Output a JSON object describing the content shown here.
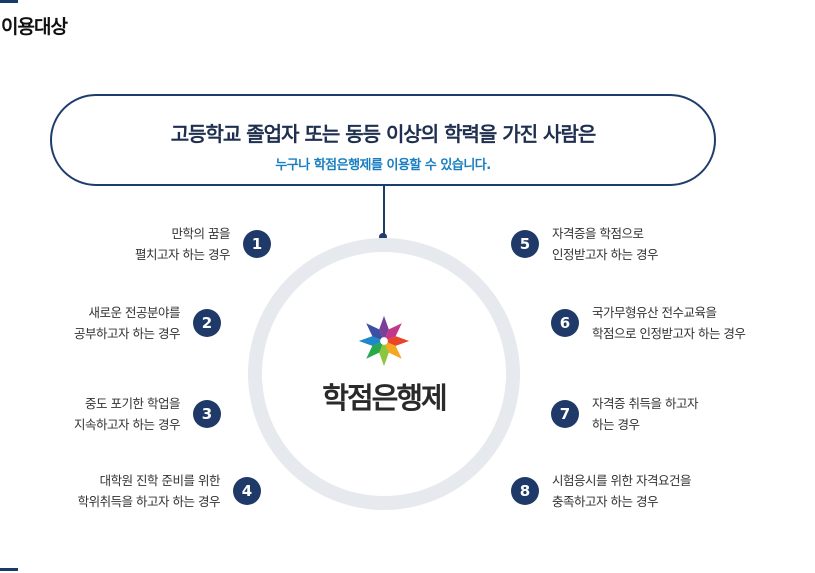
{
  "section": {
    "title": "이용대상"
  },
  "header": {
    "main": "고등학교 졸업자 또는 동등 이상의 학력을 가진 사람은",
    "sub": "누구나 학점은행제를 이용할 수 있습니다."
  },
  "center": {
    "brand": "학점은행제",
    "logo_icon": "flower-logo-icon"
  },
  "cases": [
    {
      "num": "1",
      "line1": "만학의 꿈을",
      "line2": "펼치고자 하는 경우"
    },
    {
      "num": "2",
      "line1": "새로운 전공분야를",
      "line2": "공부하고자 하는 경우"
    },
    {
      "num": "3",
      "line1": "중도 포기한 학업을",
      "line2": "지속하고자 하는 경우"
    },
    {
      "num": "4",
      "line1": "대학원 진학 준비를 위한",
      "line2": "학위취득을 하고자 하는 경우"
    },
    {
      "num": "5",
      "line1": "자격증을 학점으로",
      "line2": "인정받고자 하는 경우"
    },
    {
      "num": "6",
      "line1": "국가무형유산 전수교육을",
      "line2": "학점으로 인정받고자 하는 경우"
    },
    {
      "num": "7",
      "line1": "자격증 취득을 하고자",
      "line2": "하는 경우"
    },
    {
      "num": "8",
      "line1": "시험응시를 위한 자격요건을",
      "line2": "충족하고자 하는 경우"
    }
  ],
  "colors": {
    "navy": "#1f3a68",
    "accent_blue": "#1a7fc1",
    "ring": "#e6eaef"
  }
}
